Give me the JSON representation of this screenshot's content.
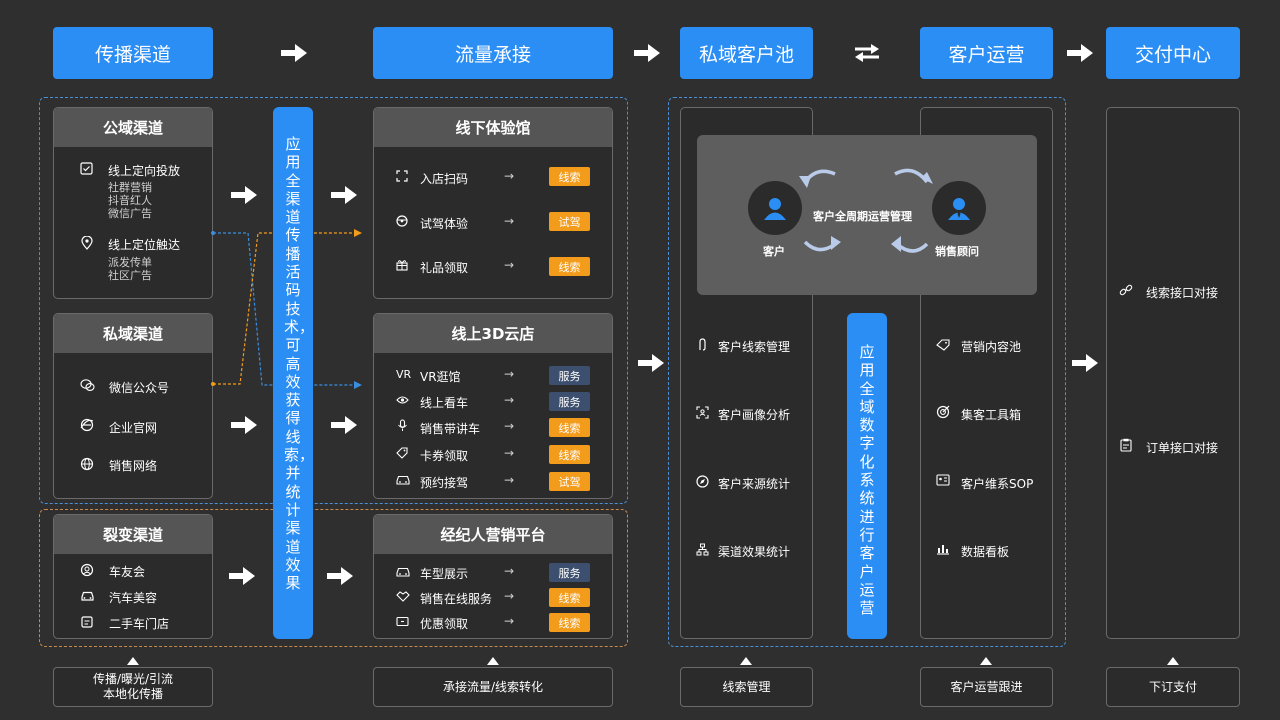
{
  "headers": {
    "spread": "传播渠道",
    "traffic": "流量承接",
    "pool": "私域客户池",
    "ops": "客户运营",
    "delivery": "交付中心"
  },
  "public_channel": {
    "title": "公域渠道",
    "online_ad": "线上定向投放",
    "online_ad_subs": [
      "社群营销",
      "抖音红人",
      "微信广告"
    ],
    "online_reach": "线上定位触达",
    "online_reach_subs": [
      "派发传单",
      "社区广告"
    ]
  },
  "private_channel": {
    "title": "私域渠道",
    "items": [
      "微信公众号",
      "企业官网",
      "销售网络"
    ]
  },
  "fission_channel": {
    "title": "裂变渠道",
    "items": [
      "车友会",
      "汽车美容",
      "二手车门店"
    ]
  },
  "vbar1": "应用全渠道传播活码技术，可高效获得线索，并统计渠道效果",
  "offline_hall": {
    "title": "线下体验馆",
    "rows": [
      {
        "label": "入店扫码",
        "badge": "线索"
      },
      {
        "label": "试驾体验",
        "badge": "试驾"
      },
      {
        "label": "礼品领取",
        "badge": "线索"
      }
    ]
  },
  "online_store": {
    "title": "线上3D云店",
    "rows": [
      {
        "label": "VR逛馆",
        "badge": "服务"
      },
      {
        "label": "线上看车",
        "badge": "服务"
      },
      {
        "label": "销售带讲车",
        "badge": "线索"
      },
      {
        "label": "卡券领取",
        "badge": "线索"
      },
      {
        "label": "预约接驾",
        "badge": "试驾"
      }
    ]
  },
  "agent_platform": {
    "title": "经纪人营销平台",
    "rows": [
      {
        "label": "车型展示",
        "badge": "服务"
      },
      {
        "label": "销售在线服务",
        "badge": "线索"
      },
      {
        "label": "优惠领取",
        "badge": "线索"
      }
    ]
  },
  "lifecycle": {
    "center": "客户全周期运营管理",
    "customer": "客户",
    "advisor": "销售顾问"
  },
  "pool_items": [
    "客户线索管理",
    "客户画像分析",
    "客户来源统计",
    "渠道效果统计"
  ],
  "vbar2": "应用全域数字化系统进行客户运营",
  "ops_items": [
    "营销内容池",
    "集客工具箱",
    "客户维系SOP",
    "数据看板"
  ],
  "delivery_items": [
    "线索接口对接",
    "订单接口对接"
  ],
  "footers": {
    "spread": [
      "传播/曝光/引流",
      "本地化传播"
    ],
    "traffic": "承接流量/线索转化",
    "pool": "线索管理",
    "ops": "客户运营跟进",
    "delivery": "下订支付"
  },
  "colors": {
    "accent": "#2b8ef5",
    "badge_orange": "#f39c1c",
    "badge_navy": "#3d4f6e",
    "background": "#2f2f2f"
  }
}
